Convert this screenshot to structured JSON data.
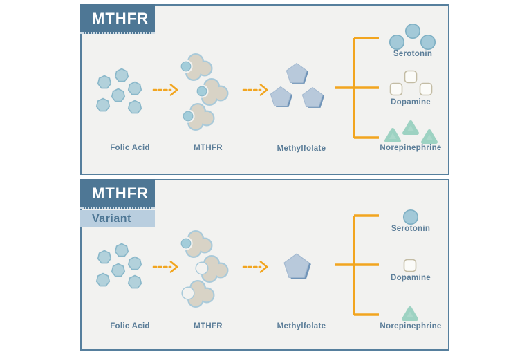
{
  "panels": [
    {
      "header": {
        "title": "MTHFR"
      },
      "steps": [
        {
          "label": "Folic Acid",
          "shape": "heptagon",
          "count": 6
        },
        {
          "label": "MTHFR",
          "shape": "enzyme-blob",
          "count": 3,
          "with_bound_substrate": 3
        },
        {
          "label": "Methylfolate",
          "shape": "pentagon",
          "count": 3
        }
      ],
      "outputs": [
        {
          "label": "Serotonin",
          "shape": "circle",
          "count": 3
        },
        {
          "label": "Dopamine",
          "shape": "square",
          "count": 3
        },
        {
          "label": "Norepinephrine",
          "shape": "triangle",
          "count": 3
        }
      ]
    },
    {
      "header": {
        "title": "MTHFR",
        "subtitle": "Variant"
      },
      "steps": [
        {
          "label": "Folic Acid",
          "shape": "heptagon",
          "count": 6
        },
        {
          "label": "MTHFR",
          "shape": "enzyme-blob",
          "count": 3,
          "with_bound_substrate": 1
        },
        {
          "label": "Methylfolate",
          "shape": "pentagon",
          "count": 1
        }
      ],
      "outputs": [
        {
          "label": "Serotonin",
          "shape": "circle",
          "count": 1
        },
        {
          "label": "Dopamine",
          "shape": "square",
          "count": 1
        },
        {
          "label": "Norepinephrine",
          "shape": "triangle",
          "count": 1
        }
      ]
    }
  ],
  "colors": {
    "header_bg": "#4e7795",
    "header_text": "#ffffff",
    "variant_badge_bg": "#b9cedf",
    "variant_badge_text": "#4e7795",
    "panel_bg": "#f2f2f0",
    "panel_border": "#567f9d",
    "label_text": "#5b7d98",
    "arrow_and_bracket": "#f2a51f",
    "folic_acid_fill": "#b2d1db",
    "folic_acid_stroke": "#8ab8ca",
    "enzyme_fill": "#d8d3c6",
    "enzyme_outline": "#a9cada",
    "substrate_circle_fill": "#a3cdda",
    "pentagon_fill": "#b8c9db",
    "pentagon_edge": "#7094b8",
    "serotonin_fill": "#a3c9d8",
    "dopamine_stroke": "#c3bca4",
    "norepinephrine_fill": "#abd8ca"
  }
}
